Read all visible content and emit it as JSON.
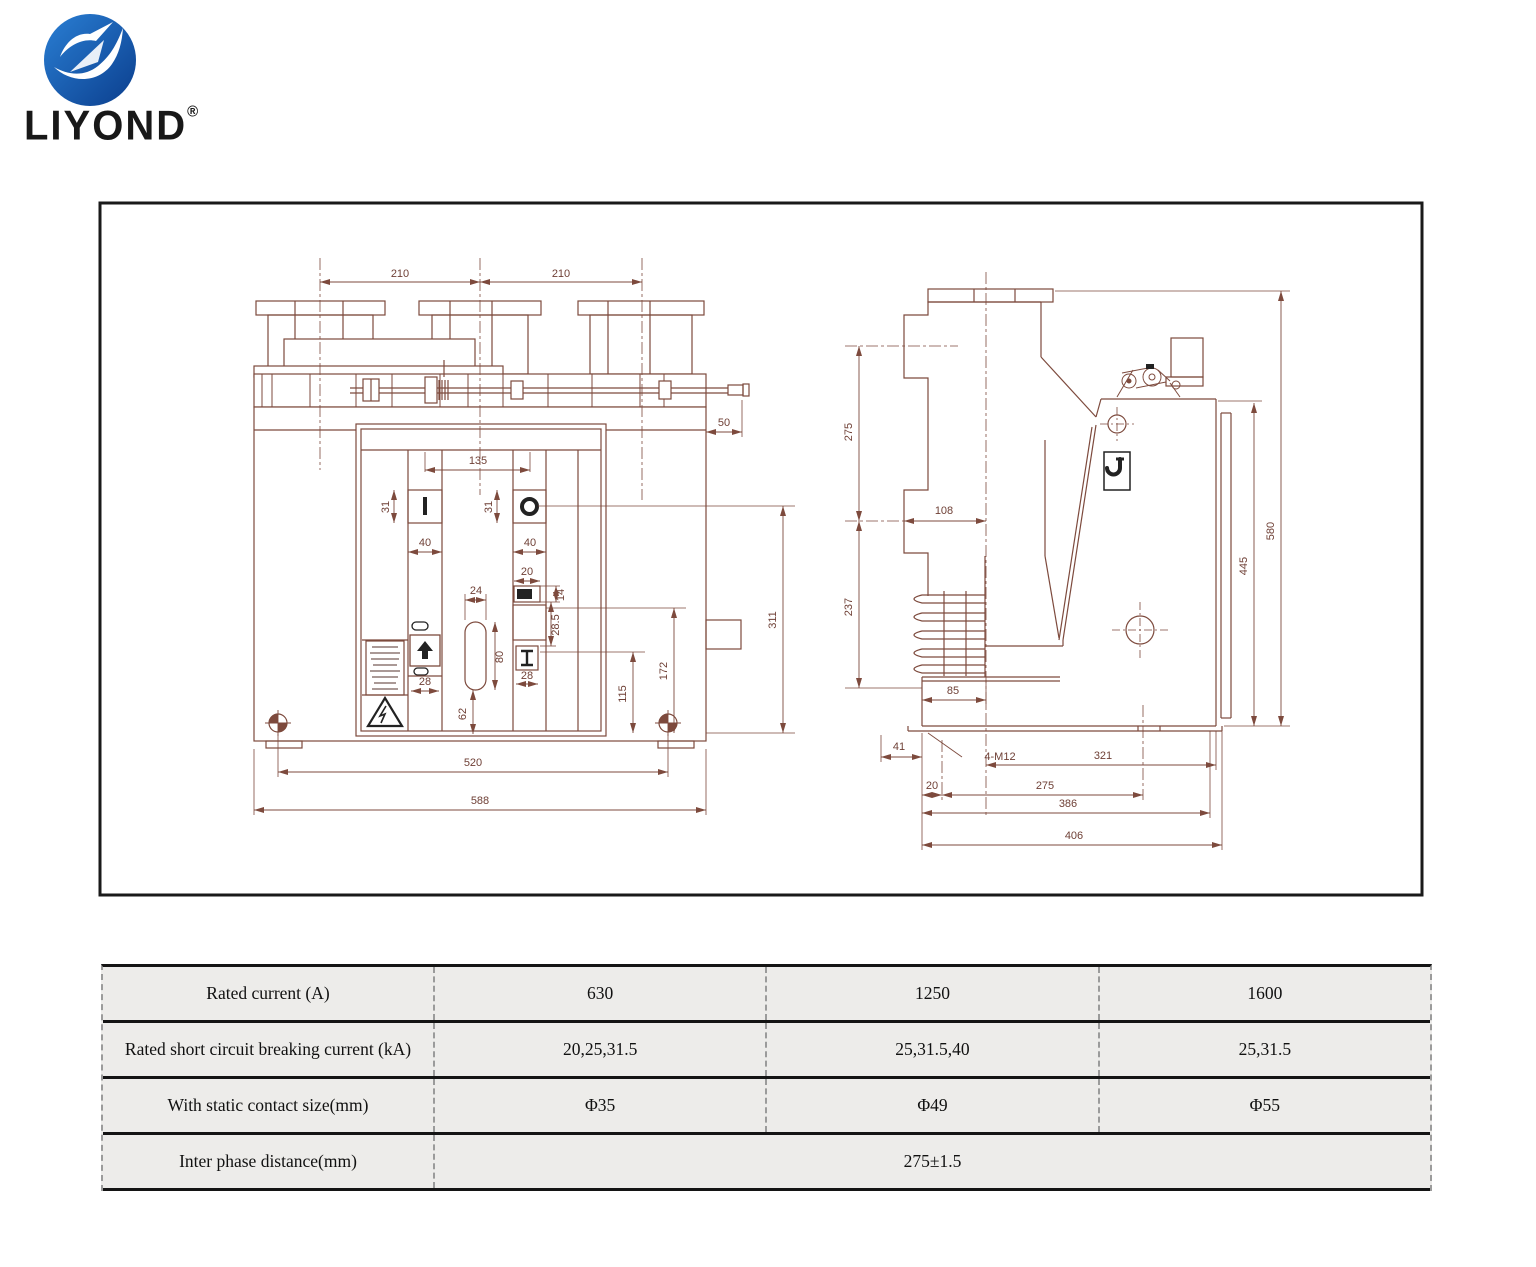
{
  "logo": {
    "brand": "LIYOND",
    "reg": "®"
  },
  "colors": {
    "line": "#7d4a3d",
    "dim_text": "#6e3f35",
    "frame": "#1a1a1a",
    "logo_blue_light": "#2a7fd4",
    "logo_blue_dark": "#0b3e8d",
    "table_bg": "#edecea"
  },
  "front_view": {
    "dims": {
      "d210a": "210",
      "d210b": "210",
      "d50": "50",
      "d135": "135",
      "d31a": "31",
      "d31b": "31",
      "d40a": "40",
      "d40b": "40",
      "d20": "20",
      "d24": "24",
      "d14": "14",
      "d285": "28.5",
      "d80": "80",
      "d28a": "28",
      "d28b": "28",
      "d62": "62",
      "d115": "115",
      "d172": "172",
      "d311": "311",
      "d520": "520",
      "d588": "588"
    }
  },
  "side_view": {
    "dims": {
      "d275": "275",
      "d237": "237",
      "d108": "108",
      "d85": "85",
      "d41": "41",
      "dm12": "4-M12",
      "d20": "20",
      "d275b": "275",
      "d321": "321",
      "d386": "386",
      "d406": "406",
      "d445": "445",
      "d580": "580"
    }
  },
  "table": {
    "rows": [
      {
        "label": "Rated current (A)",
        "values": [
          "630",
          "1250",
          "1600"
        ]
      },
      {
        "label": "Rated short circuit breaking current (kA)",
        "values": [
          "20,25,31.5",
          "25,31.5,40",
          "25,31.5"
        ]
      },
      {
        "label": "With static contact size(mm)",
        "values": [
          "Φ35",
          "Φ49",
          "Φ55"
        ]
      },
      {
        "label": "Inter phase distance(mm)",
        "values": [
          "275±1.5"
        ]
      }
    ]
  }
}
